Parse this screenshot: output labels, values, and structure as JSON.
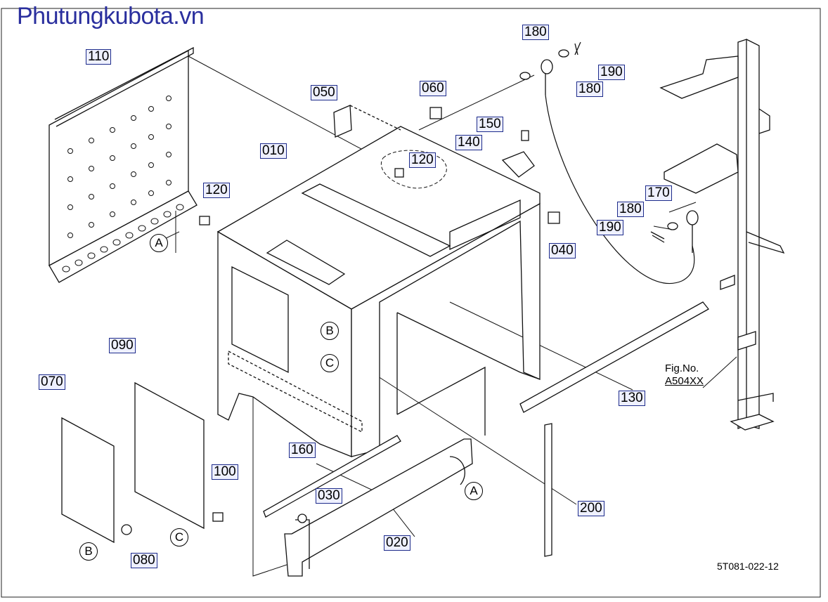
{
  "brand": "Phutungkubota.vn",
  "figure_ref": {
    "line1": "Fig.No.",
    "line2": "A504XX"
  },
  "drawing_code": "5T081-022-12",
  "part_labels": {
    "p010": "010",
    "p020": "020",
    "p030": "030",
    "p040": "040",
    "p050": "050",
    "p060": "060",
    "p070": "070",
    "p080": "080",
    "p090": "090",
    "p100": "100",
    "p110": "110",
    "p120a": "120",
    "p120b": "120",
    "p130": "130",
    "p140": "140",
    "p150": "150",
    "p160": "160",
    "p170": "170",
    "p180a": "180",
    "p180b": "180",
    "p180c": "180",
    "p190a": "190",
    "p190b": "190",
    "p200": "200"
  },
  "callouts": {
    "a1": "A",
    "a2": "A",
    "b1": "B",
    "b2": "B",
    "c1": "C",
    "c2": "C"
  }
}
